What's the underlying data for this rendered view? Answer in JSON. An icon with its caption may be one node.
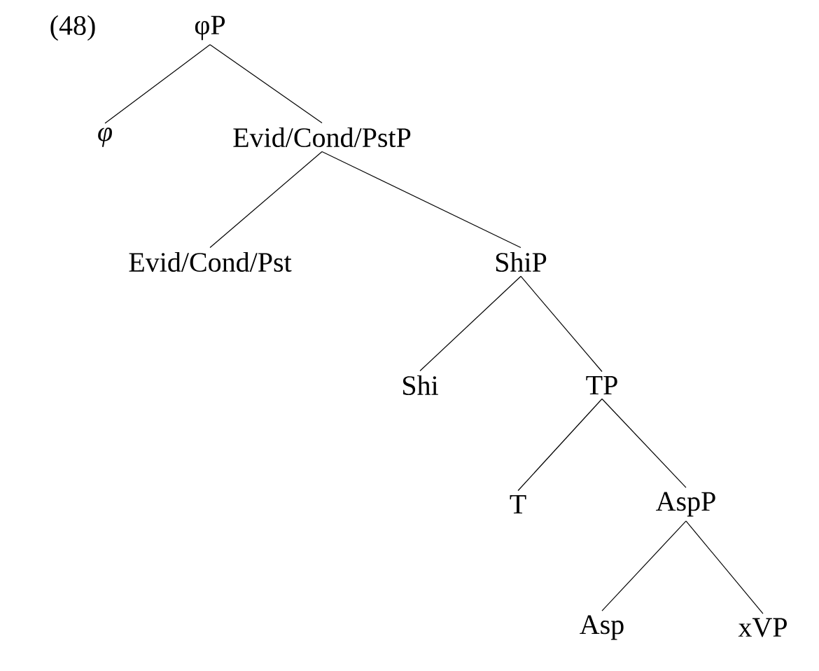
{
  "diagram": {
    "nodes": [
      {
        "text": [
          "φP"
        ]
      },
      {
        "text": [
          "φ"
        ]
      },
      {
        "text": [
          "Evid/Cond/PstP"
        ]
      },
      {
        "text": [
          "Evid/Cond/Pst"
        ]
      },
      {
        "text": [
          "ShiP"
        ]
      },
      {
        "text": [
          "Shi"
        ]
      },
      {
        "text": [
          "TP"
        ]
      },
      {
        "text": [
          "T"
        ]
      },
      {
        "text": [
          "AspP"
        ]
      },
      {
        "text": [
          "Asp"
        ]
      },
      {
        "text": [
          "xVP"
        ]
      }
    ],
    "edges": [
      {
        "from": 0,
        "to": 1,
        "arrow": "none"
      },
      {
        "from": 0,
        "to": 2,
        "arrow": "none"
      },
      {
        "from": 2,
        "to": 3,
        "arrow": "none"
      },
      {
        "from": 2,
        "to": 4,
        "arrow": "none"
      },
      {
        "from": 4,
        "to": 5,
        "arrow": "none"
      },
      {
        "from": 4,
        "to": 6,
        "arrow": "none"
      },
      {
        "from": 6,
        "to": 7,
        "arrow": "none"
      },
      {
        "from": 6,
        "to": 8,
        "arrow": "none"
      },
      {
        "from": 8,
        "to": 9,
        "arrow": "none"
      },
      {
        "from": 8,
        "to": 10,
        "arrow": "none"
      }
    ],
    "labels": [
      "(48)"
    ]
  }
}
